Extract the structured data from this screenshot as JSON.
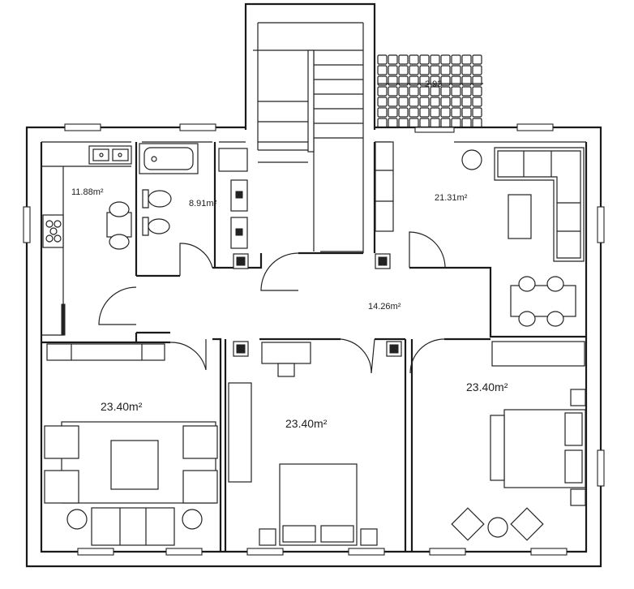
{
  "rooms": {
    "kitchen": {
      "area": "11.88m²"
    },
    "bathroom": {
      "area": "8.91m²"
    },
    "living_room": {
      "area": "21.31m²"
    },
    "hall": {
      "area": "14.26m²"
    },
    "room_left": {
      "area": "23.40m²"
    },
    "room_center": {
      "area": "23.40m²"
    },
    "room_right": {
      "area": "23.40m²"
    }
  },
  "balcony": {
    "dimension": "2.93"
  }
}
